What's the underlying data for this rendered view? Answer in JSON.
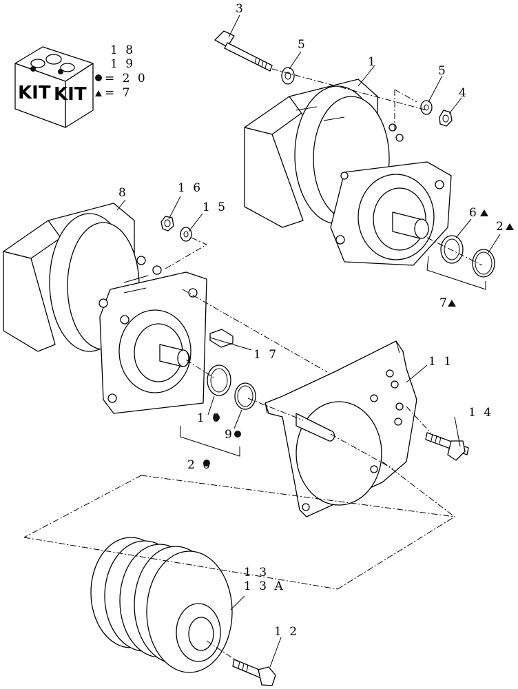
{
  "callouts": {
    "c1": "1",
    "c2": "2",
    "c3": "3",
    "c4": "4",
    "c5a": "5",
    "c5b": "5",
    "c6": "6",
    "c7": "7",
    "c8": "8",
    "c9": "9",
    "c10": "1 0",
    "c11": "1 1",
    "c12": "1 2",
    "c13": "1 3",
    "c13a": "1 3 A",
    "c14": "1 4",
    "c15": "1 5",
    "c16": "1 6",
    "c17": "1 7",
    "c20": "2 0"
  },
  "kit_legend": {
    "kit_label_left": "KIT",
    "kit_label_right": "KIT",
    "line1": "1 8",
    "line2": "1 9",
    "line3": "= 2 0",
    "line4": "= 7"
  },
  "symbols": {
    "dot": "circle",
    "triangle": "triangle"
  },
  "colors": {
    "ink": "#000000",
    "paper": "#ffffff"
  }
}
